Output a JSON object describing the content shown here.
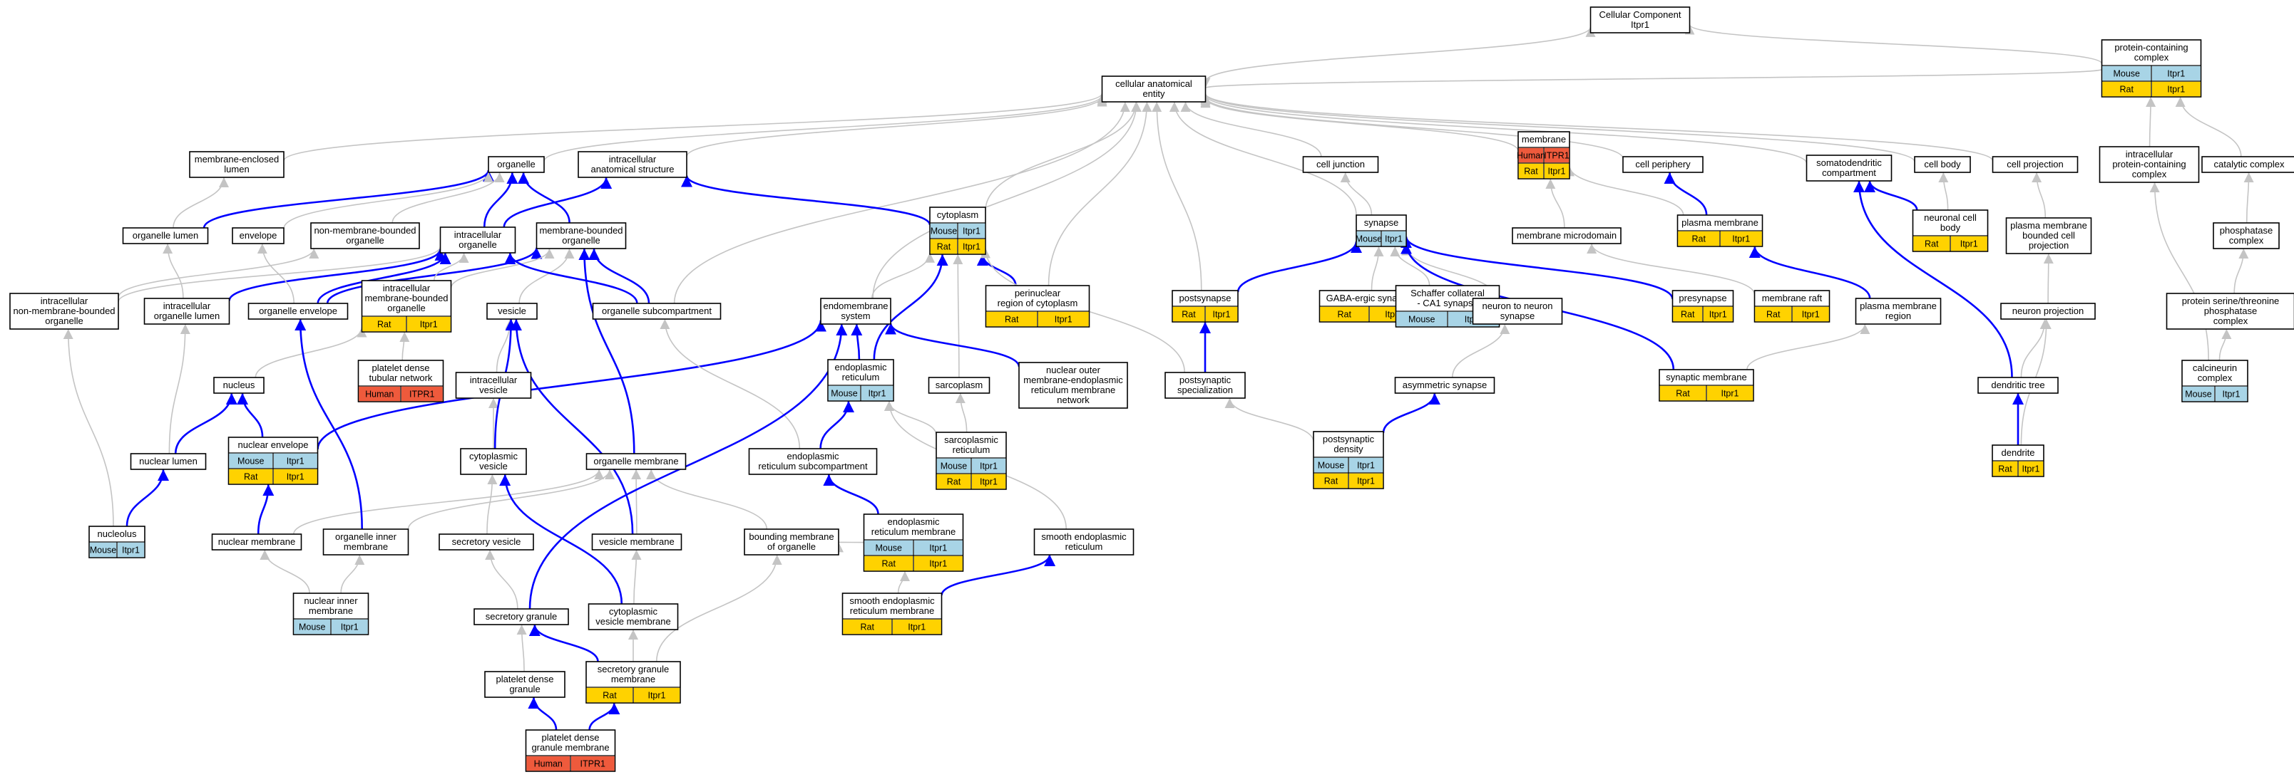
{
  "colors": {
    "Mouse": "#a8d4e6",
    "Rat": "#ffd200",
    "Human": "#ee5a3c",
    "gray_edge": "#c4c4c4",
    "blue_edge": "#0000ff"
  },
  "nodes": {
    "root": {
      "lines": [
        "Cellular Component",
        "Itpr1"
      ]
    },
    "cae": {
      "lines": [
        "cellular anatomical",
        "entity"
      ]
    },
    "pcc": {
      "lines": [
        "protein-containing",
        "complex"
      ],
      "rows": [
        [
          [
            "Mouse",
            "Mouse"
          ],
          [
            "Mouse",
            "Itpr1"
          ]
        ],
        [
          [
            "Rat",
            "Rat"
          ],
          [
            "Rat",
            "Itpr1"
          ]
        ]
      ]
    },
    "mel": {
      "lines": [
        "membrane-enclosed",
        "lumen"
      ]
    },
    "organelle": {
      "lines": [
        "organelle"
      ]
    },
    "ias": {
      "lines": [
        "intracellular",
        "anatomical structure"
      ]
    },
    "membrane": {
      "lines": [
        "membrane"
      ],
      "rows": [
        [
          [
            "Human",
            "Human"
          ],
          [
            "Human",
            "ITPR1"
          ]
        ],
        [
          [
            "Rat",
            "Rat"
          ],
          [
            "Rat",
            "Itpr1"
          ]
        ]
      ]
    },
    "celljunction": {
      "lines": [
        "cell junction"
      ]
    },
    "cellperiphery": {
      "lines": [
        "cell periphery"
      ]
    },
    "sdc": {
      "lines": [
        "somatodendritic",
        "compartment"
      ]
    },
    "cellbody": {
      "lines": [
        "cell body"
      ]
    },
    "cellproj": {
      "lines": [
        "cell projection"
      ]
    },
    "ipcc": {
      "lines": [
        "intracellular",
        "protein-containing",
        "complex"
      ]
    },
    "catalytic": {
      "lines": [
        "catalytic complex"
      ]
    },
    "orglumen": {
      "lines": [
        "organelle lumen"
      ]
    },
    "envelope": {
      "lines": [
        "envelope"
      ]
    },
    "nmbo": {
      "lines": [
        "non-membrane-bounded",
        "organelle"
      ]
    },
    "intraorg": {
      "lines": [
        "intracellular",
        "organelle"
      ]
    },
    "mbo": {
      "lines": [
        "membrane-bounded",
        "organelle"
      ]
    },
    "cytoplasm": {
      "lines": [
        "cytoplasm"
      ],
      "rows": [
        [
          [
            "Mouse",
            "Mouse"
          ],
          [
            "Mouse",
            "Itpr1"
          ]
        ],
        [
          [
            "Rat",
            "Rat"
          ],
          [
            "Rat",
            "Itpr1"
          ]
        ]
      ]
    },
    "synapse": {
      "lines": [
        "synapse"
      ],
      "rows": [
        [
          [
            "Mouse",
            "Mouse"
          ],
          [
            "Mouse",
            "Itpr1"
          ]
        ]
      ]
    },
    "mmd": {
      "lines": [
        "membrane microdomain"
      ]
    },
    "plasmamem": {
      "lines": [
        "plasma membrane"
      ],
      "rows": [
        [
          [
            "Rat",
            "Rat"
          ],
          [
            "Rat",
            "Itpr1"
          ]
        ]
      ]
    },
    "neuronalcb": {
      "lines": [
        "neuronal cell",
        "body"
      ],
      "rows": [
        [
          [
            "Rat",
            "Rat"
          ],
          [
            "Rat",
            "Itpr1"
          ]
        ]
      ]
    },
    "pmbcp": {
      "lines": [
        "plasma membrane",
        "bounded cell",
        "projection"
      ]
    },
    "phosphatase": {
      "lines": [
        "phosphatase",
        "complex"
      ]
    },
    "incmbo": {
      "lines": [
        "intracellular",
        "non-membrane-bounded",
        "organelle"
      ]
    },
    "iol": {
      "lines": [
        "intracellular",
        "organelle lumen"
      ]
    },
    "orgenv": {
      "lines": [
        "organelle envelope"
      ]
    },
    "imbo": {
      "lines": [
        "intracellular",
        "membrane-bounded",
        "organelle"
      ],
      "rows": [
        [
          [
            "Rat",
            "Rat"
          ],
          [
            "Rat",
            "Itpr1"
          ]
        ]
      ]
    },
    "vesicle": {
      "lines": [
        "vesicle"
      ]
    },
    "orgsub": {
      "lines": [
        "organelle subcompartment"
      ]
    },
    "endomem": {
      "lines": [
        "endomembrane",
        "system"
      ]
    },
    "perinuc": {
      "lines": [
        "perinuclear",
        "region of cytoplasm"
      ],
      "rows": [
        [
          [
            "Rat",
            "Rat"
          ],
          [
            "Rat",
            "Itpr1"
          ]
        ]
      ]
    },
    "postsyn": {
      "lines": [
        "postsynapse"
      ],
      "rows": [
        [
          [
            "Rat",
            "Rat"
          ],
          [
            "Rat",
            "Itpr1"
          ]
        ]
      ]
    },
    "gaba": {
      "lines": [
        "GABA-ergic synapse"
      ],
      "rows": [
        [
          [
            "Rat",
            "Rat"
          ],
          [
            "Rat",
            "Itpr1"
          ]
        ]
      ]
    },
    "schaffer": {
      "lines": [
        "Schaffer collateral",
        "- CA1 synapse"
      ],
      "rows": [
        [
          [
            "Mouse",
            "Mouse"
          ],
          [
            "Mouse",
            "Itpr1"
          ]
        ]
      ]
    },
    "n2n": {
      "lines": [
        "neuron to neuron",
        "synapse"
      ]
    },
    "presyn": {
      "lines": [
        "presynapse"
      ],
      "rows": [
        [
          [
            "Rat",
            "Rat"
          ],
          [
            "Rat",
            "Itpr1"
          ]
        ]
      ]
    },
    "mraft": {
      "lines": [
        "membrane raft"
      ],
      "rows": [
        [
          [
            "Rat",
            "Rat"
          ],
          [
            "Rat",
            "Itpr1"
          ]
        ]
      ]
    },
    "pmregion": {
      "lines": [
        "plasma membrane",
        "region"
      ]
    },
    "neuronproj": {
      "lines": [
        "neuron projection"
      ]
    },
    "pstpc": {
      "lines": [
        "protein serine/threonine",
        "phosphatase",
        "complex"
      ]
    },
    "pdtn": {
      "lines": [
        "platelet dense",
        "tubular network"
      ],
      "rows": [
        [
          [
            "Human",
            "Human"
          ],
          [
            "Human",
            "ITPR1"
          ]
        ]
      ]
    },
    "nucleus": {
      "lines": [
        "nucleus"
      ]
    },
    "intravesicle": {
      "lines": [
        "intracellular",
        "vesicle"
      ]
    },
    "er": {
      "lines": [
        "endoplasmic",
        "reticulum"
      ],
      "rows": [
        [
          [
            "Mouse",
            "Mouse"
          ],
          [
            "Mouse",
            "Itpr1"
          ]
        ]
      ]
    },
    "sarcoplasm": {
      "lines": [
        "sarcoplasm"
      ]
    },
    "nomermn": {
      "lines": [
        "nuclear outer",
        "membrane-endoplasmic",
        "reticulum membrane",
        "network"
      ]
    },
    "postsynspec": {
      "lines": [
        "postsynaptic",
        "specialization"
      ]
    },
    "asymsyn": {
      "lines": [
        "asymmetric synapse"
      ]
    },
    "synmem": {
      "lines": [
        "synaptic membrane"
      ],
      "rows": [
        [
          [
            "Rat",
            "Rat"
          ],
          [
            "Rat",
            "Itpr1"
          ]
        ]
      ]
    },
    "dendtree": {
      "lines": [
        "dendritic tree"
      ]
    },
    "calcineurin": {
      "lines": [
        "calcineurin",
        "complex"
      ],
      "rows": [
        [
          [
            "Mouse",
            "Mouse"
          ],
          [
            "Mouse",
            "Itpr1"
          ]
        ]
      ]
    },
    "nuclumen": {
      "lines": [
        "nuclear lumen"
      ]
    },
    "nucenv": {
      "lines": [
        "nuclear envelope"
      ],
      "rows": [
        [
          [
            "Mouse",
            "Mouse"
          ],
          [
            "Mouse",
            "Itpr1"
          ]
        ],
        [
          [
            "Rat",
            "Rat"
          ],
          [
            "Rat",
            "Itpr1"
          ]
        ]
      ]
    },
    "cytovesicle": {
      "lines": [
        "cytoplasmic",
        "vesicle"
      ]
    },
    "orgmem": {
      "lines": [
        "organelle membrane"
      ]
    },
    "ersub": {
      "lines": [
        "endoplasmic",
        "reticulum subcompartment"
      ]
    },
    "sr": {
      "lines": [
        "sarcoplasmic",
        "reticulum"
      ],
      "rows": [
        [
          [
            "Mouse",
            "Mouse"
          ],
          [
            "Mouse",
            "Itpr1"
          ]
        ],
        [
          [
            "Rat",
            "Rat"
          ],
          [
            "Rat",
            "Itpr1"
          ]
        ]
      ]
    },
    "psd": {
      "lines": [
        "postsynaptic",
        "density"
      ],
      "rows": [
        [
          [
            "Mouse",
            "Mouse"
          ],
          [
            "Mouse",
            "Itpr1"
          ]
        ],
        [
          [
            "Rat",
            "Rat"
          ],
          [
            "Rat",
            "Itpr1"
          ]
        ]
      ]
    },
    "dendrite": {
      "lines": [
        "dendrite"
      ],
      "rows": [
        [
          [
            "Rat",
            "Rat"
          ],
          [
            "Rat",
            "Itpr1"
          ]
        ]
      ]
    },
    "nucleolus": {
      "lines": [
        "nucleolus"
      ],
      "rows": [
        [
          [
            "Mouse",
            "Mouse"
          ],
          [
            "Mouse",
            "Itpr1"
          ]
        ]
      ]
    },
    "nucmem": {
      "lines": [
        "nuclear membrane"
      ]
    },
    "oim": {
      "lines": [
        "organelle inner",
        "membrane"
      ]
    },
    "secves": {
      "lines": [
        "secretory vesicle"
      ]
    },
    "vesmem": {
      "lines": [
        "vesicle membrane"
      ]
    },
    "bmo": {
      "lines": [
        "bounding membrane",
        "of organelle"
      ]
    },
    "erm": {
      "lines": [
        "endoplasmic",
        "reticulum membrane"
      ],
      "rows": [
        [
          [
            "Mouse",
            "Mouse"
          ],
          [
            "Mouse",
            "Itpr1"
          ]
        ],
        [
          [
            "Rat",
            "Rat"
          ],
          [
            "Rat",
            "Itpr1"
          ]
        ]
      ]
    },
    "ser": {
      "lines": [
        "smooth endoplasmic",
        "reticulum"
      ]
    },
    "nim": {
      "lines": [
        "nuclear inner",
        "membrane"
      ],
      "rows": [
        [
          [
            "Mouse",
            "Mouse"
          ],
          [
            "Mouse",
            "Itpr1"
          ]
        ]
      ]
    },
    "secgran": {
      "lines": [
        "secretory granule"
      ]
    },
    "cvm": {
      "lines": [
        "cytoplasmic",
        "vesicle membrane"
      ]
    },
    "serm": {
      "lines": [
        "smooth endoplasmic",
        "reticulum membrane"
      ],
      "rows": [
        [
          [
            "Rat",
            "Rat"
          ],
          [
            "Rat",
            "Itpr1"
          ]
        ]
      ]
    },
    "pdg": {
      "lines": [
        "platelet dense",
        "granule"
      ]
    },
    "sgm": {
      "lines": [
        "secretory granule",
        "membrane"
      ],
      "rows": [
        [
          [
            "Rat",
            "Rat"
          ],
          [
            "Rat",
            "Itpr1"
          ]
        ]
      ]
    },
    "pdgm": {
      "lines": [
        "platelet dense",
        "granule membrane"
      ],
      "rows": [
        [
          [
            "Human",
            "Human"
          ],
          [
            "Human",
            "ITPR1"
          ]
        ]
      ]
    }
  },
  "edges": [
    [
      "cae",
      "root",
      "gray"
    ],
    [
      "pcc",
      "root",
      "gray"
    ],
    [
      "pcc",
      "cae",
      "gray"
    ],
    [
      "mel",
      "cae",
      "gray"
    ],
    [
      "organelle",
      "cae",
      "gray"
    ],
    [
      "ias",
      "cae",
      "gray"
    ],
    [
      "membrane",
      "cae",
      "gray"
    ],
    [
      "celljunction",
      "cae",
      "gray"
    ],
    [
      "cellperiphery",
      "cae",
      "gray"
    ],
    [
      "sdc",
      "cae",
      "gray"
    ],
    [
      "cellbody",
      "cae",
      "gray"
    ],
    [
      "cellproj",
      "cae",
      "gray"
    ],
    [
      "cytoplasm",
      "cae",
      "gray"
    ],
    [
      "synapse",
      "cae",
      "gray"
    ],
    [
      "postsyn",
      "cae",
      "gray"
    ],
    [
      "perinuc",
      "cae",
      "gray"
    ],
    [
      "endomem",
      "cae",
      "gray"
    ],
    [
      "orgsub",
      "cae",
      "gray"
    ],
    [
      "ipcc",
      "pcc",
      "gray"
    ],
    [
      "catalytic",
      "pcc",
      "gray"
    ],
    [
      "phosphatase",
      "catalytic",
      "gray"
    ],
    [
      "pstpc",
      "phosphatase",
      "gray"
    ],
    [
      "calcineurin",
      "pstpc",
      "gray"
    ],
    [
      "calcineurin",
      "ipcc",
      "gray"
    ],
    [
      "orglumen",
      "mel",
      "gray"
    ],
    [
      "orglumen",
      "organelle",
      "blue"
    ],
    [
      "envelope",
      "organelle",
      "gray"
    ],
    [
      "nmbo",
      "organelle",
      "gray"
    ],
    [
      "intraorg",
      "organelle",
      "blue"
    ],
    [
      "intraorg",
      "ias",
      "blue"
    ],
    [
      "mbo",
      "organelle",
      "blue"
    ],
    [
      "cytoplasm",
      "ias",
      "blue"
    ],
    [
      "synapse",
      "celljunction",
      "gray"
    ],
    [
      "mmd",
      "membrane",
      "gray"
    ],
    [
      "plasmamem",
      "membrane",
      "gray"
    ],
    [
      "plasmamem",
      "cellperiphery",
      "blue"
    ],
    [
      "neuronalcb",
      "cellbody",
      "gray"
    ],
    [
      "neuronalcb",
      "sdc",
      "blue"
    ],
    [
      "pmbcp",
      "cellproj",
      "gray"
    ],
    [
      "incmbo",
      "nmbo",
      "gray"
    ],
    [
      "incmbo",
      "intraorg",
      "gray"
    ],
    [
      "iol",
      "orglumen",
      "gray"
    ],
    [
      "iol",
      "intraorg",
      "blue"
    ],
    [
      "orgenv",
      "envelope",
      "gray"
    ],
    [
      "orgenv",
      "intraorg",
      "blue"
    ],
    [
      "orgenv",
      "mbo",
      "blue"
    ],
    [
      "imbo",
      "intraorg",
      "gray"
    ],
    [
      "imbo",
      "mbo",
      "gray"
    ],
    [
      "vesicle",
      "mbo",
      "gray"
    ],
    [
      "orgsub",
      "mbo",
      "blue"
    ],
    [
      "orgsub",
      "intraorg",
      "blue"
    ],
    [
      "endomem",
      "cytoplasm",
      "gray"
    ],
    [
      "perinuc",
      "cytoplasm",
      "blue"
    ],
    [
      "postsyn",
      "synapse",
      "blue"
    ],
    [
      "gaba",
      "synapse",
      "gray"
    ],
    [
      "schaffer",
      "synapse",
      "gray"
    ],
    [
      "n2n",
      "synapse",
      "gray"
    ],
    [
      "presyn",
      "synapse",
      "blue"
    ],
    [
      "mraft",
      "mmd",
      "gray"
    ],
    [
      "pmregion",
      "plasmamem",
      "blue"
    ],
    [
      "neuronproj",
      "pmbcp",
      "gray"
    ],
    [
      "pdtn",
      "imbo",
      "gray"
    ],
    [
      "nucleus",
      "imbo",
      "gray"
    ],
    [
      "intravesicle",
      "vesicle",
      "gray"
    ],
    [
      "er",
      "endomem",
      "blue"
    ],
    [
      "er",
      "cytoplasm",
      "blue"
    ],
    [
      "sarcoplasm",
      "cytoplasm",
      "gray"
    ],
    [
      "nomermn",
      "endomem",
      "blue"
    ],
    [
      "postsynspec",
      "postsyn",
      "blue"
    ],
    [
      "postsynspec",
      "cytoplasm",
      "gray"
    ],
    [
      "asymsyn",
      "n2n",
      "gray"
    ],
    [
      "synmem",
      "synapse",
      "blue"
    ],
    [
      "synmem",
      "pmregion",
      "gray"
    ],
    [
      "dendtree",
      "neuronproj",
      "gray"
    ],
    [
      "dendtree",
      "sdc",
      "blue"
    ],
    [
      "nuclumen",
      "iol",
      "gray"
    ],
    [
      "nuclumen",
      "nucleus",
      "blue"
    ],
    [
      "nucenv",
      "nucleus",
      "blue"
    ],
    [
      "nucenv",
      "endomem",
      "blue"
    ],
    [
      "cytovesicle",
      "intravesicle",
      "gray"
    ],
    [
      "cytovesicle",
      "vesicle",
      "blue"
    ],
    [
      "orgmem",
      "mbo",
      "blue"
    ],
    [
      "ersub",
      "orgsub",
      "gray"
    ],
    [
      "ersub",
      "er",
      "blue"
    ],
    [
      "sr",
      "sarcoplasm",
      "gray"
    ],
    [
      "sr",
      "er",
      "gray"
    ],
    [
      "psd",
      "postsynspec",
      "gray"
    ],
    [
      "psd",
      "asymsyn",
      "blue"
    ],
    [
      "dendrite",
      "dendtree",
      "blue"
    ],
    [
      "dendrite",
      "neuronproj",
      "gray"
    ],
    [
      "nucleolus",
      "incmbo",
      "gray"
    ],
    [
      "nucleolus",
      "nuclumen",
      "blue"
    ],
    [
      "nucmem",
      "nucenv",
      "blue"
    ],
    [
      "nucmem",
      "orgmem",
      "gray"
    ],
    [
      "oim",
      "orgenv",
      "blue"
    ],
    [
      "oim",
      "orgmem",
      "gray"
    ],
    [
      "secves",
      "cytovesicle",
      "gray"
    ],
    [
      "vesmem",
      "orgmem",
      "gray"
    ],
    [
      "vesmem",
      "vesicle",
      "blue"
    ],
    [
      "bmo",
      "orgmem",
      "gray"
    ],
    [
      "erm",
      "ersub",
      "blue"
    ],
    [
      "erm",
      "bmo",
      "gray"
    ],
    [
      "ser",
      "er",
      "gray"
    ],
    [
      "nim",
      "nucmem",
      "gray"
    ],
    [
      "nim",
      "oim",
      "gray"
    ],
    [
      "secgran",
      "secves",
      "gray"
    ],
    [
      "secgran",
      "endomem",
      "blue"
    ],
    [
      "cvm",
      "cytovesicle",
      "blue"
    ],
    [
      "cvm",
      "vesmem",
      "gray"
    ],
    [
      "serm",
      "erm",
      "gray"
    ],
    [
      "serm",
      "ser",
      "blue"
    ],
    [
      "pdg",
      "secgran",
      "gray"
    ],
    [
      "sgm",
      "secgran",
      "blue"
    ],
    [
      "sgm",
      "cvm",
      "gray"
    ],
    [
      "sgm",
      "bmo",
      "gray"
    ],
    [
      "pdgm",
      "pdg",
      "blue"
    ],
    [
      "pdgm",
      "sgm",
      "blue"
    ]
  ]
}
